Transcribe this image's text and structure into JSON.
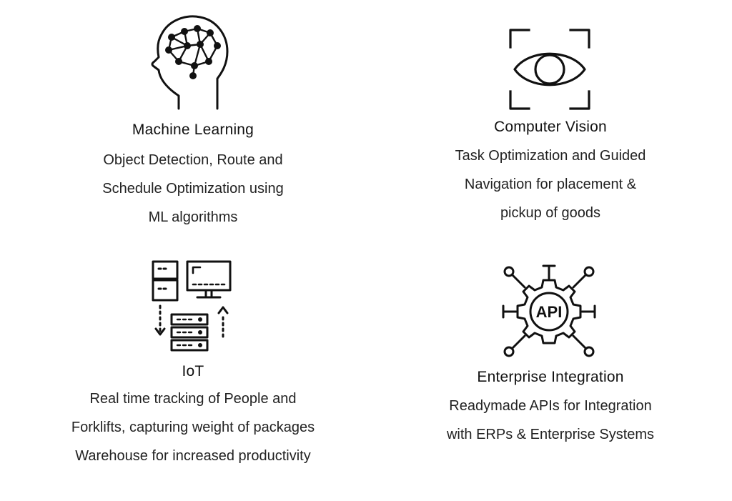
{
  "features": [
    {
      "icon": "brain-network-head-icon",
      "title": "Machine Learning",
      "description": [
        "Object Detection, Route and",
        "Schedule Optimization using",
        "ML algorithms"
      ]
    },
    {
      "icon": "eye-scan-icon",
      "title": "Computer Vision",
      "description": [
        "Task Optimization and Guided",
        "Navigation for placement &",
        "pickup of goods"
      ]
    },
    {
      "icon": "connected-devices-server-icon",
      "title": "IoT",
      "description": [
        "Real time tracking of People and",
        "Forklifts, capturing weight of packages",
        "Warehouse for increased productivity"
      ]
    },
    {
      "icon": "api-gear-icon",
      "title": "Enterprise Integration",
      "description": [
        "Readymade APIs for Integration",
        "with ERPs & Enterprise Systems"
      ]
    }
  ],
  "colors": {
    "background": "#ffffff",
    "text": "#111111",
    "icon": "#111111"
  }
}
